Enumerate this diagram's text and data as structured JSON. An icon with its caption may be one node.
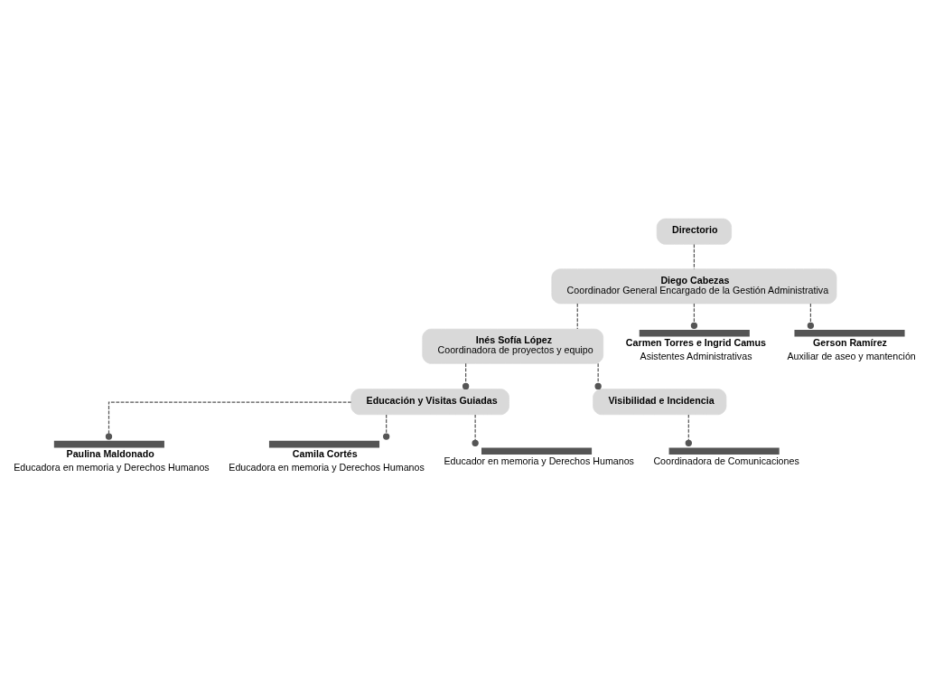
{
  "diagram": {
    "nodes": [
      {
        "text": [
          "Directorio"
        ]
      },
      {
        "text": [
          "Diego Cabezas",
          "Coordinador General Encargado de la Gestión Administrativa"
        ]
      },
      {
        "text": [
          "Inés Sofía López",
          "Coordinadora de proyectos y equipo"
        ]
      },
      {
        "text": [
          "Carmen Torres e Ingrid Camus",
          "Asistentes Administrativas"
        ]
      },
      {
        "text": [
          "Gerson Ramírez",
          "Auxiliar de aseo y mantención"
        ]
      },
      {
        "text": [
          "Educación y Visitas Guiadas"
        ]
      },
      {
        "text": [
          "Visibilidad e Incidencia"
        ]
      },
      {
        "text": [
          "Paulina Maldonado",
          "Educadora en memoria y Derechos Humanos"
        ]
      },
      {
        "text": [
          "Camila Cortés",
          "Educadora en memoria y Derechos Humanos"
        ]
      },
      {
        "text": [
          "Educador en memoria y Derechos Humanos"
        ]
      },
      {
        "text": [
          "Coordinadora de Comunicaciones"
        ]
      }
    ],
    "edges": [
      {
        "from": 0,
        "to": 1,
        "arrow": "none",
        "style": "dashed"
      },
      {
        "from": 1,
        "to": 2,
        "arrow": "none",
        "style": "dashed"
      },
      {
        "from": 1,
        "to": 3,
        "arrow": "other",
        "style": "dashed"
      },
      {
        "from": 1,
        "to": 4,
        "arrow": "other",
        "style": "dashed"
      },
      {
        "from": 2,
        "to": 5,
        "arrow": "other",
        "style": "dashed"
      },
      {
        "from": 2,
        "to": 6,
        "arrow": "other",
        "style": "dashed"
      },
      {
        "from": 5,
        "to": 7,
        "arrow": "other",
        "style": "dashed"
      },
      {
        "from": 5,
        "to": 8,
        "arrow": "other",
        "style": "dashed"
      },
      {
        "from": 5,
        "to": 9,
        "arrow": "other",
        "style": "dashed"
      },
      {
        "from": 6,
        "to": 10,
        "arrow": "other",
        "style": "dashed"
      }
    ]
  }
}
